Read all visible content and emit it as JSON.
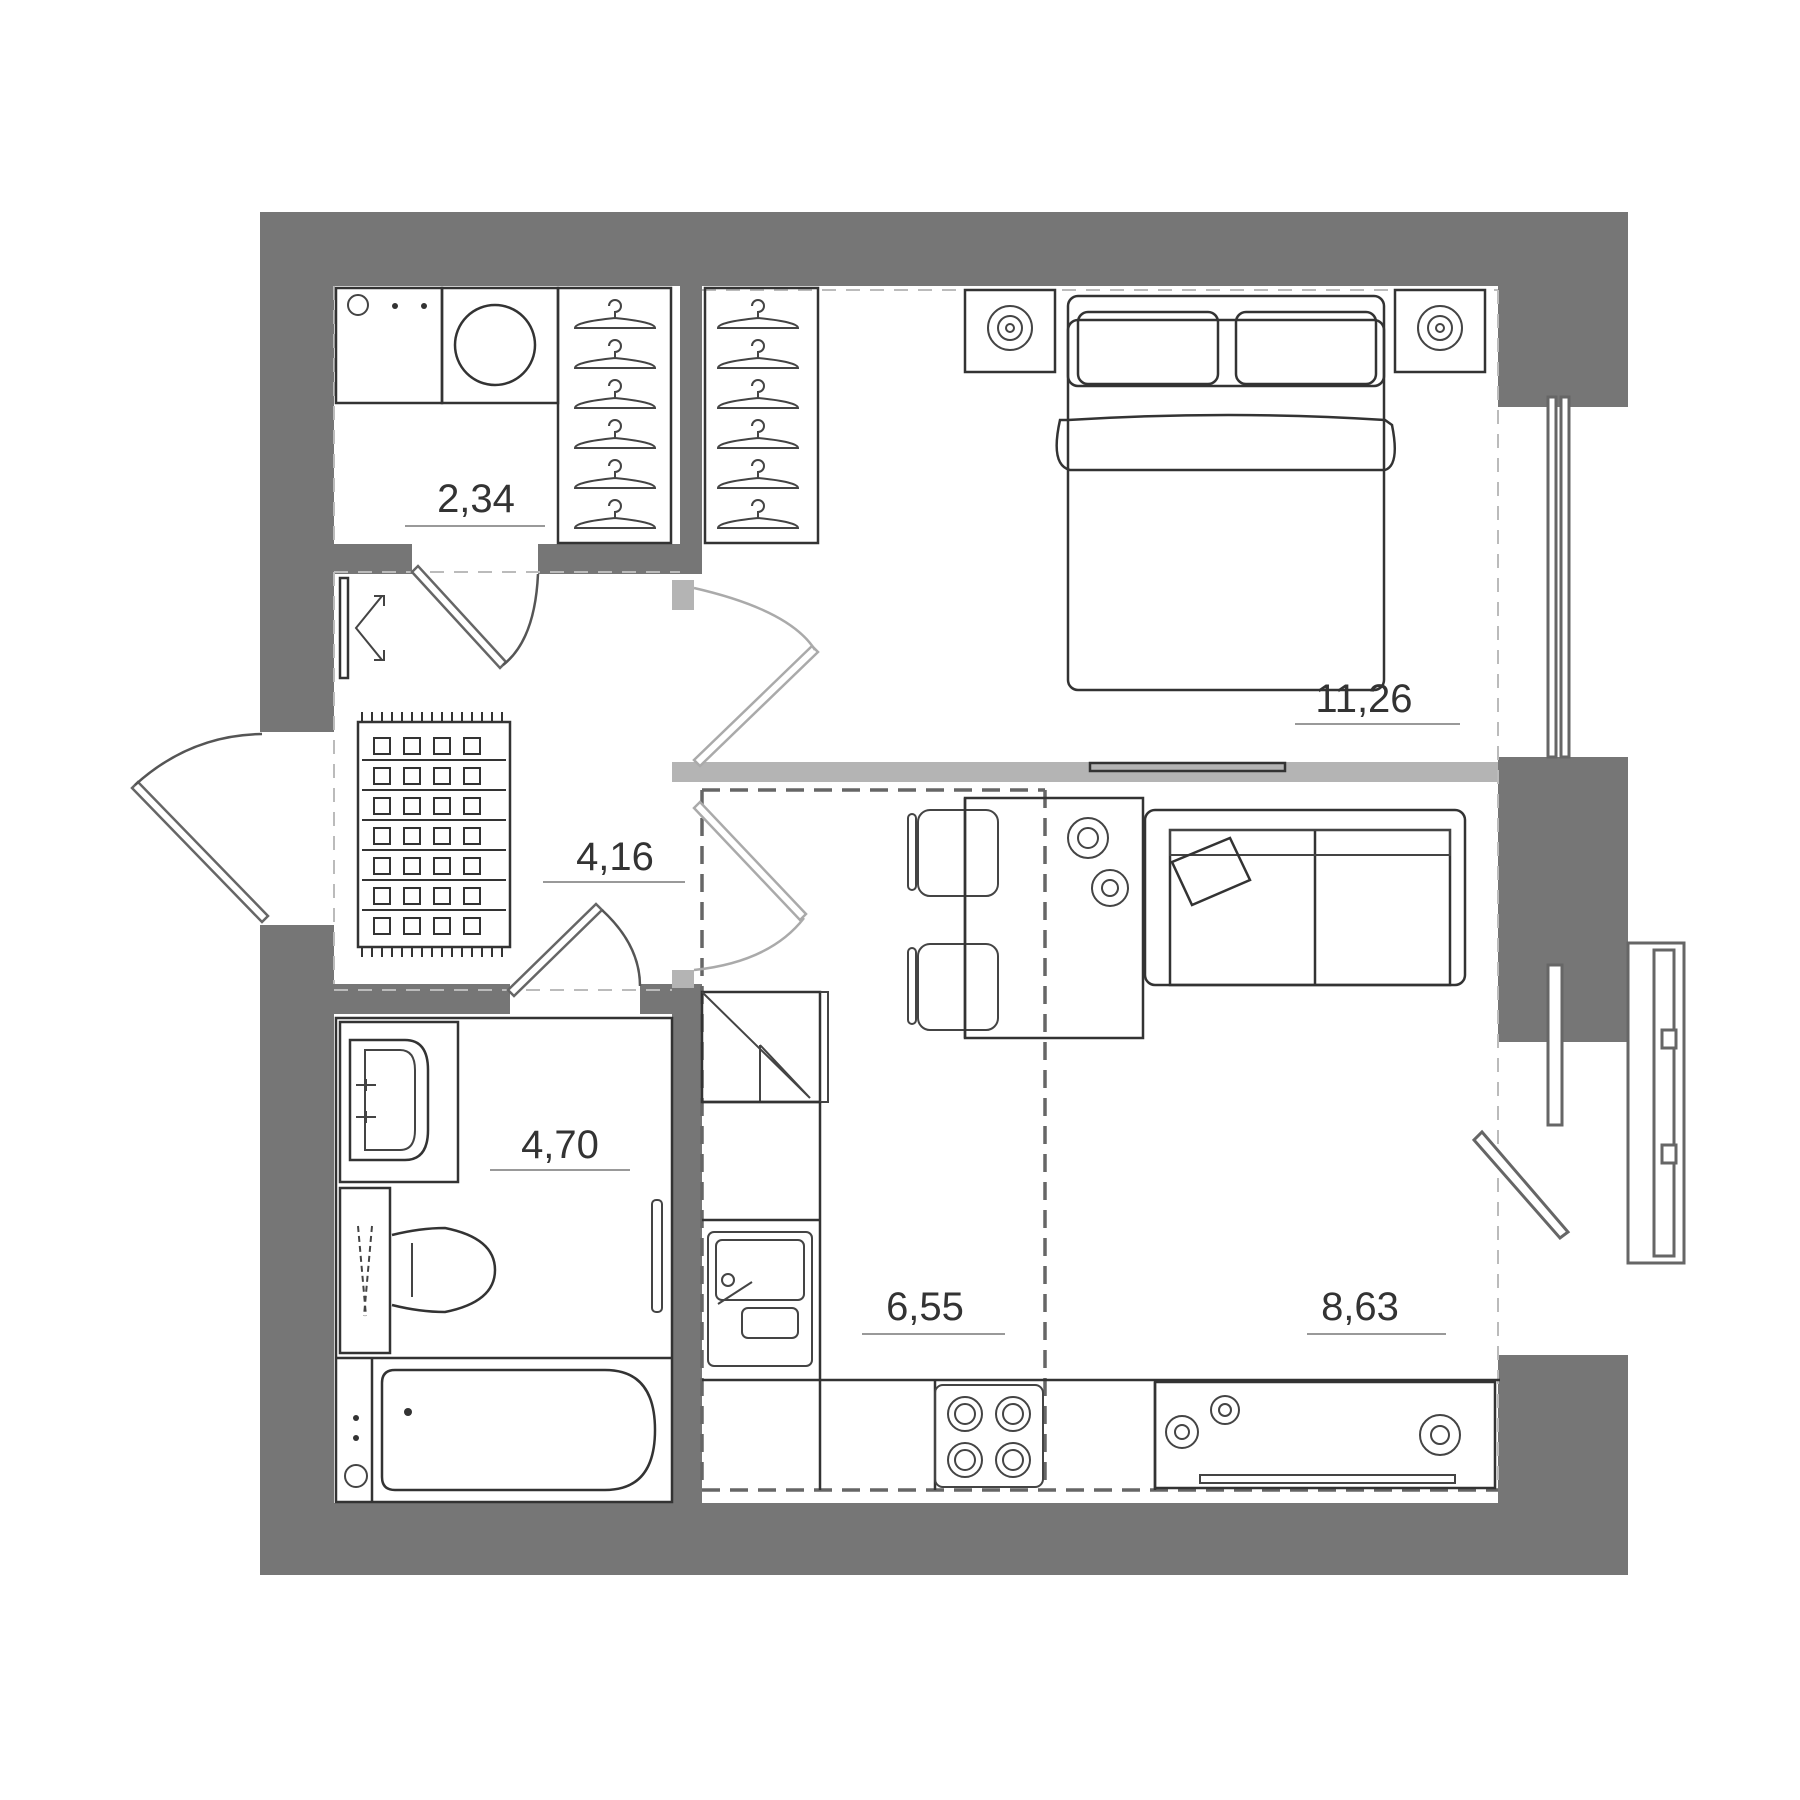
{
  "plan": {
    "type": "apartment-floor-plan",
    "colors": {
      "wall": "#767676",
      "partition": "#b4b4b4",
      "line": "#333333",
      "background": "#ffffff"
    },
    "rooms": [
      {
        "id": "storage",
        "name": "storage-laundry",
        "area": "2,34"
      },
      {
        "id": "bedroom",
        "name": "bedroom",
        "area": "11,26"
      },
      {
        "id": "hall",
        "name": "entrance-hall",
        "area": "4,16"
      },
      {
        "id": "bathroom",
        "name": "bathroom",
        "area": "4,70"
      },
      {
        "id": "kitchen",
        "name": "kitchen",
        "area": "6,55"
      },
      {
        "id": "living",
        "name": "living-room",
        "area": "8,63"
      }
    ],
    "fixtures": [
      "washing-machine",
      "boiler",
      "wardrobe-hangers",
      "double-bed",
      "nightstand-plant",
      "entrance-door",
      "rug",
      "coat-hook",
      "sink",
      "toilet",
      "bathtub",
      "towel-rail",
      "fridge",
      "kitchen-sink",
      "stove",
      "dining-table",
      "chairs",
      "sofa",
      "tv-console",
      "balcony-window"
    ]
  }
}
